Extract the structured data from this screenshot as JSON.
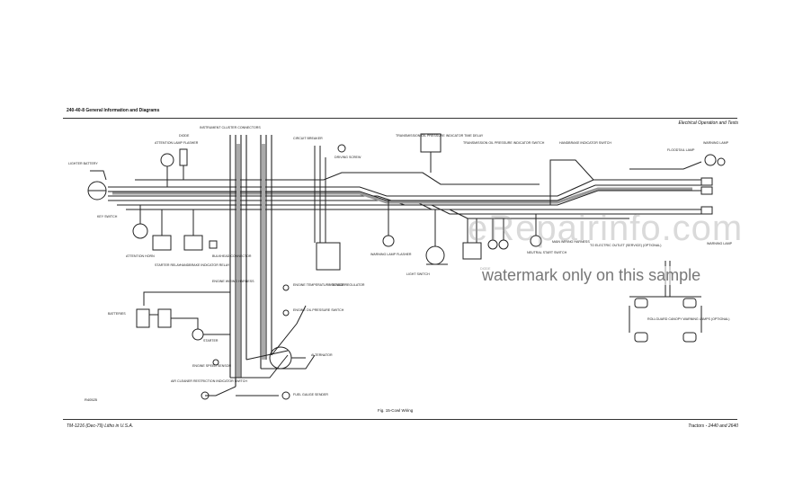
{
  "header": {
    "left": "240-40-8   General Information and Diagrams",
    "right": "Electrical Operation and Tests"
  },
  "footer": {
    "left": "TM-1216 (Dec-79) Litho in U.S.A.",
    "right": "Tractors - 2440 and 2640"
  },
  "caption": "Fig. 15-Cowl Wiring",
  "ref_code": "R40525",
  "labels": {
    "attention_lamp_flasher": "ATTENTION LAMP FLASHER",
    "diode": "DIODE",
    "instrument_cluster": "INSTRUMENT CLUSTER CONNECTORS",
    "circuit_breaker": "CIRCUIT BREAKER",
    "transmission_oil": "TRANSMISSION OIL PRESSURE INDICATOR TIME DELAY",
    "transmission_switch": "TRANSMISSION OIL PRESSURE INDICATOR SWITCH",
    "handbrake": "HANDBRAKE INDICATOR SWITCH",
    "floodtail_lamp": "FLOODTAIL LAMP",
    "warning_lamp_top": "WARNING LAMP",
    "lighter_battery": "LIGHTER BATTERY",
    "driving_screw": "DRIVING SCREW",
    "key_switch": "KEY SWITCH",
    "attention_horn": "ATTENTION HORN",
    "starter_relay": "STARTER RELAY",
    "handbrake_relay": "HANDBRAKE INDICATOR RELAY",
    "bulkhead_connector": "BULKHEAD CONNECTOR",
    "warning_lamp_flasher": "WARNING LAMP FLASHER",
    "light_switch": "LIGHT SWITCH",
    "neutral_start": "NEUTRAL START SWITCH",
    "main_wiring_harness": "MAIN WIRING HARNESS",
    "to_electric_outlet": "TO ELECTRIC OUTLET (SERVICE) (OPTIONAL)",
    "voltage_regulator": "VOLTAGE REGULATOR",
    "engine_wiring_harness": "ENGINE WIRING HARNESS",
    "engine_temp_sensor": "ENGINE TEMPERATURE SENSOR",
    "engine_oil_switch": "ENGINE OIL PRESSURE SWITCH",
    "batteries": "BATTERIES",
    "starter": "STARTER",
    "engine_speed_sensor": "ENGINE SPEED SENSOR",
    "alternator": "ALTERNATOR",
    "air_cleaner": "AIR CLEANER RESTRICTION INDICATOR SWITCH",
    "fuel_gauge_sender": "FUEL GAUGE SENDER",
    "rollguard": "ROLLGUARD CANOPY WARNING LAMPS (OPTIONAL)",
    "warning_lamp_right": "WARNING LAMP",
    "diode2": "DIODE"
  },
  "watermark": {
    "brand": "eRepairinfo.com",
    "notice": "watermark only on this sample"
  }
}
